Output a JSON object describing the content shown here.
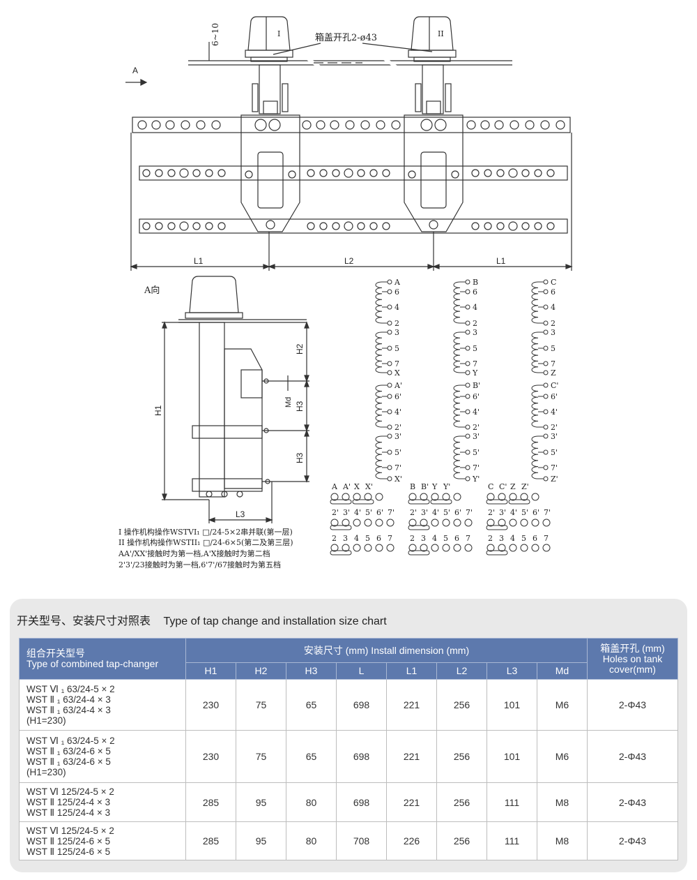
{
  "drawing": {
    "top_labels": {
      "dim_6_10": "6~10",
      "cover_hole": "箱盖开孔2-ø43",
      "unit_1": "I",
      "unit_2": "II",
      "view_arrow": "A",
      "L1": "L1",
      "L2": "L2"
    },
    "side_view": {
      "title": "A向",
      "H1": "H1",
      "H2": "H2",
      "H3": "H3",
      "Md": "Md",
      "L3": "L3"
    },
    "notes": [
      "I 操作机构操作WSTVI₁ □/24-5×2串并联(第一层)",
      "II 操作机构操作WSTII₁ □/24-6×5(第二及第三层)",
      "AA'/XX'接触时为第一档,A'X接触时为第二档",
      "2'3'/23接触时为第一档,6'7'/67接触时为第五档"
    ],
    "windings": [
      {
        "terminals": [
          "A",
          "6",
          "4",
          "2",
          "3",
          "5",
          "7",
          "X",
          "A'",
          "6'",
          "4'",
          "2'",
          "3'",
          "5'",
          "7'",
          "X'"
        ],
        "row1": [
          "A",
          "A'",
          "X",
          "X'"
        ]
      },
      {
        "terminals": [
          "B",
          "6",
          "4",
          "2",
          "3",
          "5",
          "7",
          "Y",
          "B'",
          "6'",
          "4'",
          "2'",
          "3'",
          "5'",
          "7'",
          "Y'"
        ],
        "row1": [
          "B",
          "B'",
          "Y",
          "Y'"
        ]
      },
      {
        "terminals": [
          "C",
          "6",
          "4",
          "2",
          "3",
          "5",
          "7",
          "Z",
          "C'",
          "6'",
          "4'",
          "2'",
          "3'",
          "5'",
          "7'",
          "Z'"
        ],
        "row1": [
          "C",
          "C'",
          "Z",
          "Z'"
        ]
      }
    ],
    "contact_row2": [
      "2'",
      "3'",
      "4'",
      "5'",
      "6'",
      "7'"
    ],
    "contact_row3": [
      "2",
      "3",
      "4",
      "5",
      "6",
      "7"
    ]
  },
  "table": {
    "title_cn": "开关型号、安装尺寸对照表",
    "title_en": "Type of tap change and installation size chart",
    "header": {
      "model_cn": "组合开关型号",
      "model_en": "Type of combined  tap-changer",
      "dims_title": "安装尺寸 (mm) Install dimension (mm)",
      "holes_cn": "箱盖开孔 (mm)",
      "holes_en1": "Holes on tank",
      "holes_en2": "cover(mm)",
      "cols": [
        "H1",
        "H2",
        "H3",
        "L",
        "L1",
        "L2",
        "L3",
        "Md"
      ]
    },
    "rows": [
      {
        "model": [
          "WST Ⅵ ₁ 63/24-5 × 2",
          "WST Ⅱ ₁ 63/24-4 × 3",
          "WST Ⅱ ₁ 63/24-4 × 3",
          "(H1=230)"
        ],
        "values": [
          "230",
          "75",
          "65",
          "698",
          "221",
          "256",
          "101",
          "M6"
        ],
        "holes": "2-Φ43"
      },
      {
        "model": [
          "WST Ⅵ ₁ 63/24-5 × 2",
          "WST Ⅱ ₁ 63/24-6 × 5",
          "WST Ⅱ ₁ 63/24-6 × 5",
          "(H1=230)"
        ],
        "values": [
          "230",
          "75",
          "65",
          "698",
          "221",
          "256",
          "101",
          "M6"
        ],
        "holes": "2-Φ43"
      },
      {
        "model": [
          "WST Ⅵ 125/24-5 × 2",
          "WST Ⅱ 125/24-4 × 3",
          "WST Ⅱ 125/24-4 × 3"
        ],
        "values": [
          "285",
          "95",
          "80",
          "698",
          "221",
          "256",
          "111",
          "M8"
        ],
        "holes": "2-Φ43"
      },
      {
        "model": [
          "WST Ⅵ 125/24-5 × 2",
          "WST Ⅱ 125/24-6 × 5",
          "WST Ⅱ 125/24-6 × 5"
        ],
        "values": [
          "285",
          "95",
          "80",
          "708",
          "226",
          "256",
          "111",
          "M8"
        ],
        "holes": "2-Φ43"
      }
    ]
  }
}
